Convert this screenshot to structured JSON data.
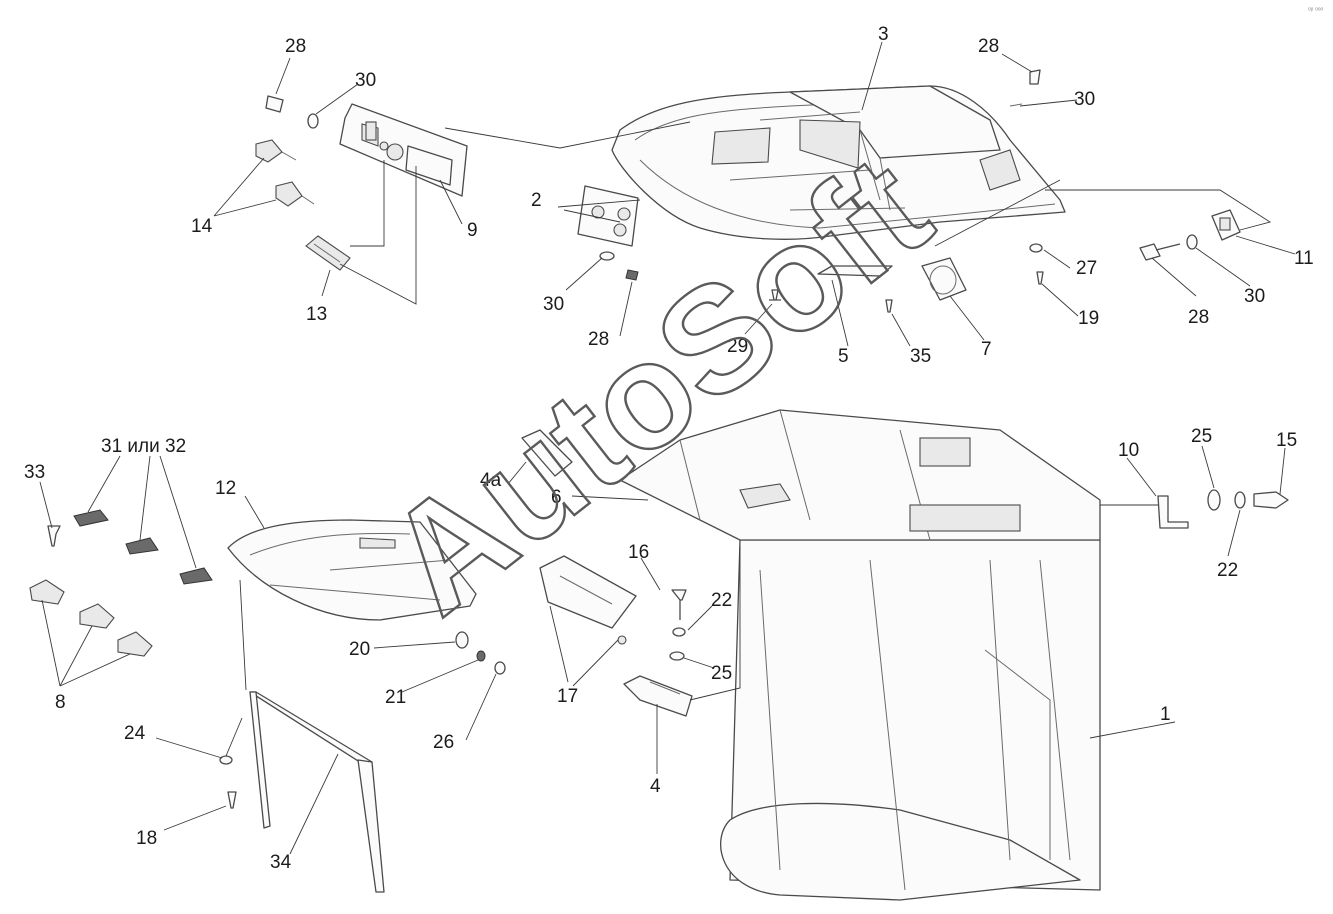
{
  "watermark": "AutoSoft",
  "corner_mark": "ᵒᵖ ᵒᵒᵒ",
  "callouts": {
    "c1": "1",
    "c2": "2",
    "c3": "3",
    "c4": "4",
    "c4a": "4а",
    "c5": "5",
    "c6": "6",
    "c7": "7",
    "c8": "8",
    "c9": "9",
    "c10": "10",
    "c11": "11",
    "c12": "12",
    "c13": "13",
    "c14": "14",
    "c15": "15",
    "c16": "16",
    "c17": "17",
    "c18": "18",
    "c19": "19",
    "c20": "20",
    "c21": "21",
    "c22a": "22",
    "c22b": "22",
    "c24": "24",
    "c25a": "25",
    "c25b": "25",
    "c26": "26",
    "c27": "27",
    "c28a": "28",
    "c28b": "28",
    "c28c": "28",
    "c28d": "28",
    "c29": "29",
    "c30a": "30",
    "c30b": "30",
    "c30c": "30",
    "c30d": "30",
    "c31": "31 или 32",
    "c33": "33",
    "c34": "34",
    "c35": "35"
  }
}
